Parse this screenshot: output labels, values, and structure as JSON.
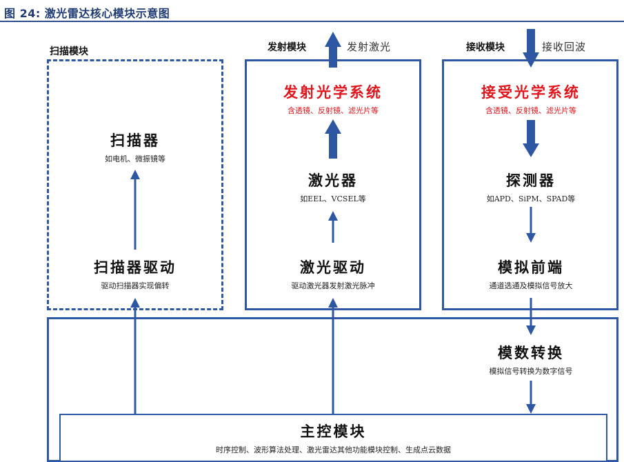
{
  "figure_title": "图 24:  激光雷达核心模块示意图",
  "colors": {
    "accent": "#2e57a3",
    "highlight": "#e0141b",
    "title": "#1f3b73"
  },
  "modules": {
    "scan": {
      "label": "扫描模块"
    },
    "emit": {
      "label": "发射模块",
      "note": "发射激光"
    },
    "receive": {
      "label": "接收模块",
      "note": "接收回波"
    }
  },
  "nodes": {
    "scanner": {
      "title": "扫描器",
      "sub": "如电机、微振镜等"
    },
    "scanner_driver": {
      "title": "扫描器驱动",
      "sub": "驱动扫描器实现偏转"
    },
    "tx_optics": {
      "title": "发射光学系统",
      "sub": "含透镜、反射镜、滤光片等"
    },
    "laser": {
      "title": "激光器",
      "sub": "如EEL、VCSEL等"
    },
    "laser_driver": {
      "title": "激光驱动",
      "sub": "驱动激光器发射激光脉冲"
    },
    "rx_optics": {
      "title": "接受光学系统",
      "sub": "含透镜、反射镜、滤光片等"
    },
    "detector": {
      "title": "探测器",
      "sub": "如APD、SiPM、SPAD等"
    },
    "analog_frontend": {
      "title": "模拟前端",
      "sub": "通道选通及模拟信号放大"
    },
    "adc": {
      "title": "模数转换",
      "sub": "模拟信号转换为数字信号"
    },
    "main_control": {
      "title": "主控模块",
      "sub": "时序控制、波形算法处理、激光雷达其他功能模块控制、生成点云数据"
    }
  }
}
